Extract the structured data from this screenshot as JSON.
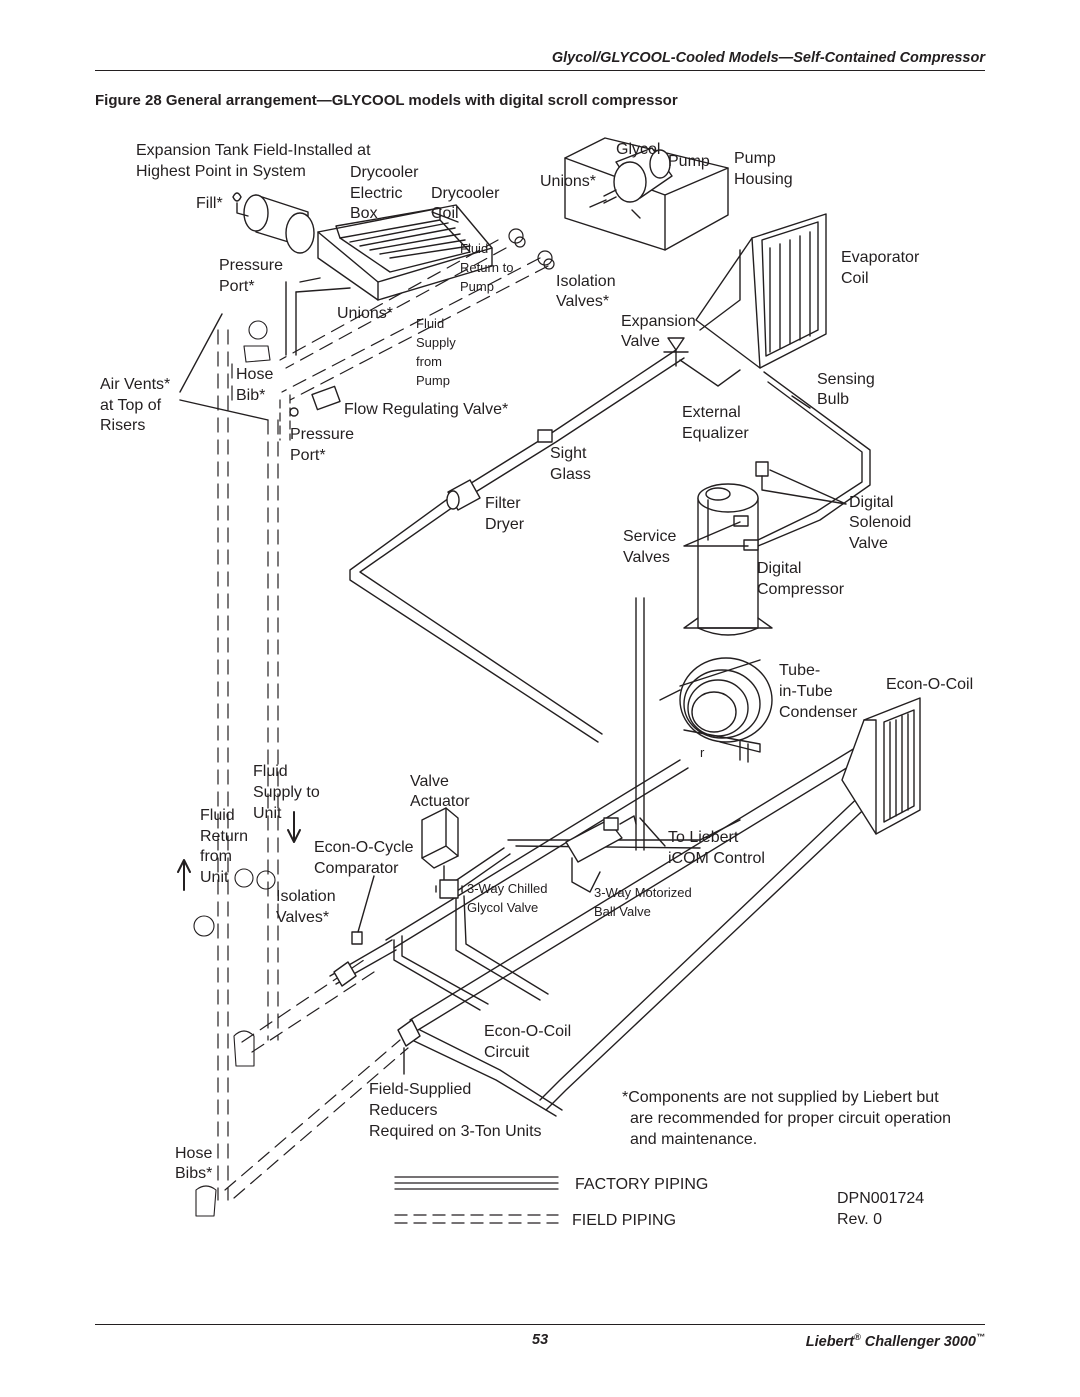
{
  "header": {
    "section_title": "Glycol/GLYCOOL-Cooled Models—Self-Contained Compressor"
  },
  "figure": {
    "title": "Figure 28  General arrangement—GLYCOOL models with digital scroll compressor"
  },
  "labels": {
    "expansion_tank_1": "Expansion Tank Field-Installed at",
    "expansion_tank_2": "Highest Point in System",
    "fill": "Fill*",
    "drycooler": "Drycooler",
    "electric": "Electric",
    "box": "Box",
    "drycooler_coil_1": "Drycooler",
    "drycooler_coil_2": "Coil",
    "glycol": "Glycol",
    "pump": "Pump",
    "pump_housing_1": "Pump",
    "pump_housing_2": "Housing",
    "unions_top": "Unions*",
    "fluid_return_1": "Fluid",
    "fluid_return_2": "Return to",
    "fluid_return_3": "Pump",
    "isolation_top_1": "Isolation",
    "isolation_top_2": "Valves*",
    "evaporator_1": "Evaporator",
    "evaporator_2": "Coil",
    "pressure_port_top_1": "Pressure",
    "pressure_port_top_2": "Port*",
    "unions_mid": "Unions*",
    "fluid_supply_1": "Fluid",
    "fluid_supply_2": "Supply",
    "fluid_supply_3": "from",
    "fluid_supply_4": "Pump",
    "expansion_valve_1": "Expansion",
    "expansion_valve_2": "Valve",
    "air_vents_1": "Air Vents*",
    "air_vents_2": "at Top of",
    "air_vents_3": "Risers",
    "hose_bib_1": "Hose",
    "hose_bib_2": "Bib*",
    "flow_regulating": "Flow Regulating Valve*",
    "sensing_1": "Sensing",
    "sensing_2": "Bulb",
    "external_eq_1": "External",
    "external_eq_2": "Equalizer",
    "pressure_port_mid_1": "Pressure",
    "pressure_port_mid_2": "Port*",
    "sight_glass_1": "Sight",
    "sight_glass_2": "Glass",
    "filter_dryer_1": "Filter",
    "filter_dryer_2": "Dryer",
    "service_valves_1": "Service",
    "service_valves_2": "Valves",
    "digital_solenoid_1": "Digital",
    "digital_solenoid_2": "Solenoid",
    "digital_solenoid_3": "Valve",
    "digital_compressor_1": "Digital",
    "digital_compressor_2": "Compressor",
    "tube_in_tube_1": "Tube-",
    "tube_in_tube_2": "in-Tube",
    "tube_in_tube_3": "Condenser",
    "econ_o_coil": "Econ-O-Coil",
    "fluid_supply_unit_1": "Fluid",
    "fluid_supply_unit_2": "Supply to",
    "fluid_supply_unit_3": "Unit",
    "valve_actuator_1": "Valve",
    "valve_actuator_2": "Actuator",
    "fluid_return_unit_1": "Fluid",
    "fluid_return_unit_2": "Return",
    "fluid_return_unit_3": "from",
    "fluid_return_unit_4": "Unit",
    "econ_o_cycle_1": "Econ-O-Cycle",
    "econ_o_cycle_2": "Comparator",
    "to_liebert_1": "To Liebert",
    "to_liebert_2": "iCOM Control",
    "isolation_bot_1": "Isolation",
    "isolation_bot_2": "Valves*",
    "chilled_valve_1": "3-Way Chilled",
    "chilled_valve_2": "Glycol Valve",
    "ball_valve_1": "3-Way Motorized",
    "ball_valve_2": "Ball Valve",
    "econ_circuit_1": "Econ-O-Coil",
    "econ_circuit_2": "Circuit",
    "reducers_1": "Field-Supplied",
    "reducers_2": "Reducers",
    "reducers_3": "Required on 3-Ton Units",
    "note_1": "*Components are not supplied by Liebert but",
    "note_2": "are recommended for proper circuit operation",
    "note_3": "and maintenance.",
    "hose_bibs_1": "Hose",
    "hose_bibs_2": "Bibs*",
    "r_mark": "r"
  },
  "legend": {
    "factory_piping": "FACTORY PIPING",
    "field_piping": "FIELD PIPING",
    "dpn": "DPN001724",
    "rev": "Rev. 0"
  },
  "footer": {
    "page_number": "53",
    "brand": "Liebert",
    "reg_mark": "®",
    "product": "Challenger 3000",
    "tm_mark": "™"
  }
}
